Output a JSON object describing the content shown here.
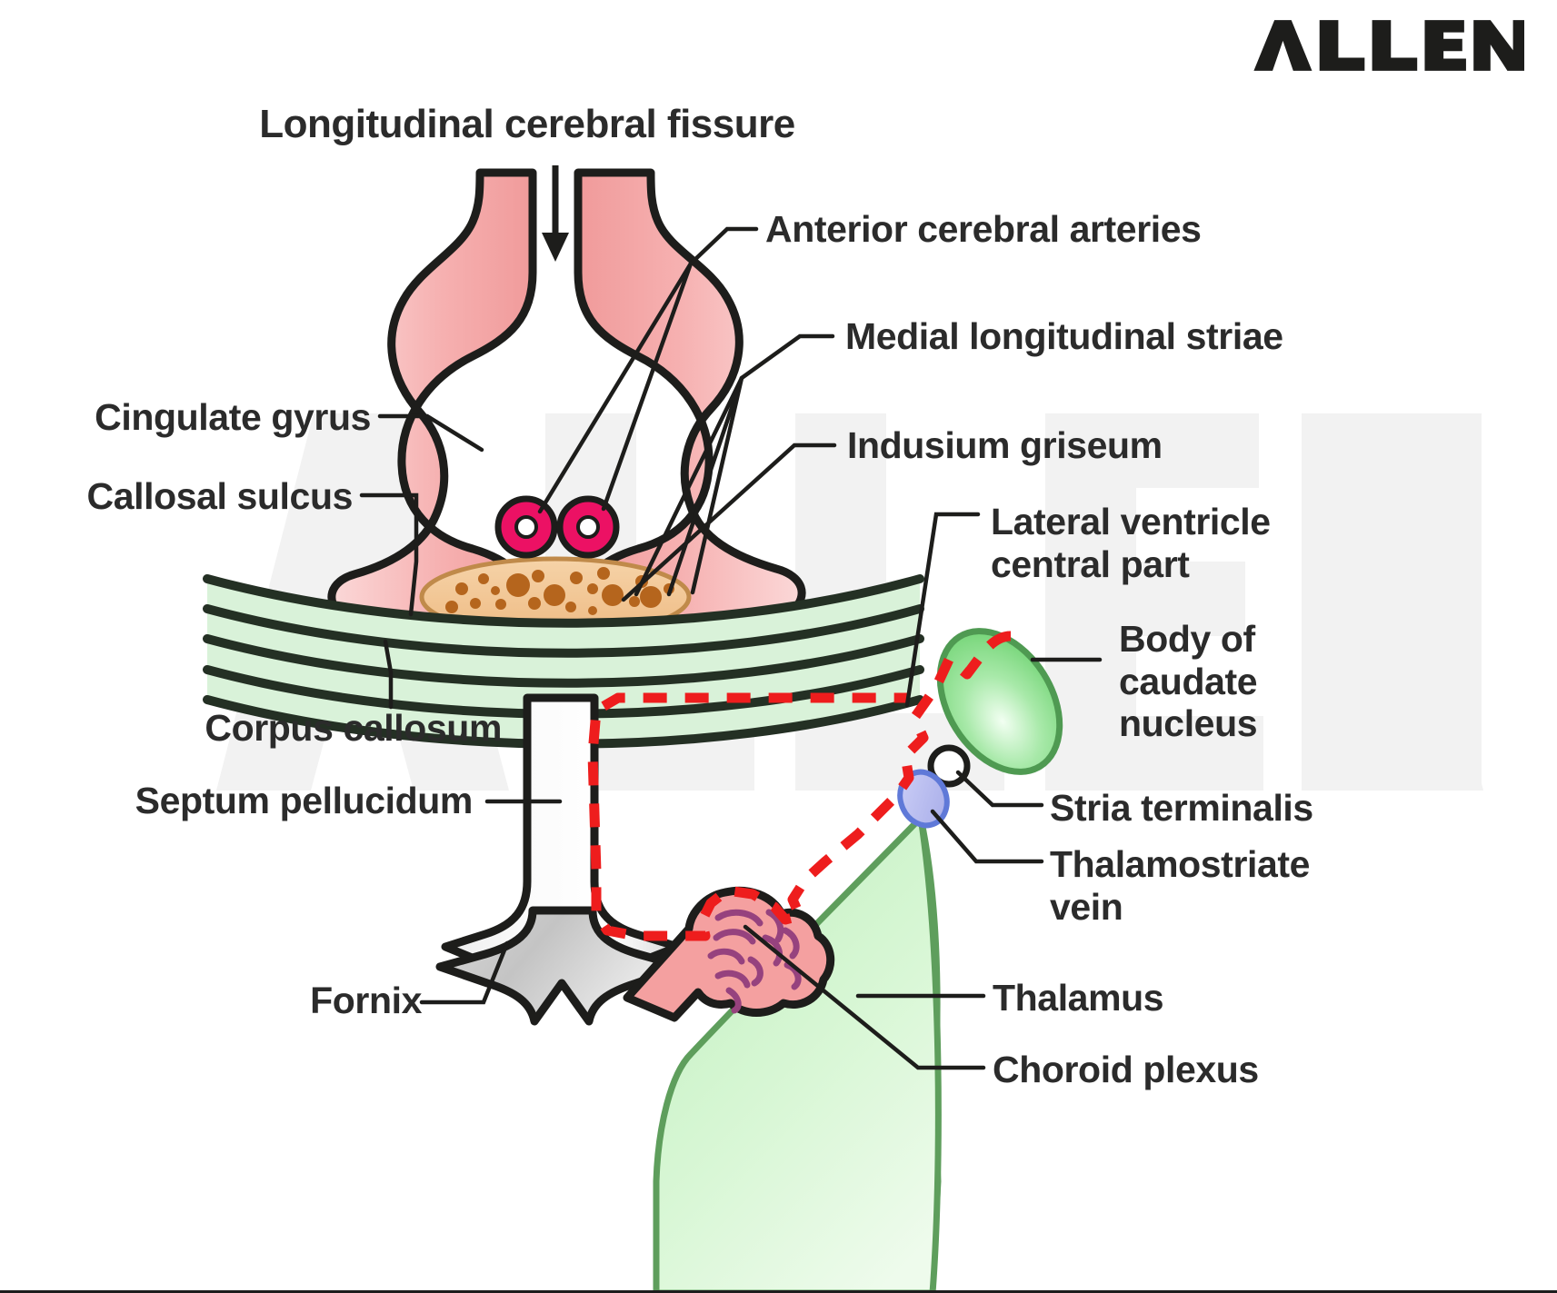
{
  "brand": {
    "name": "ALLEN",
    "color": "#1d1d1b"
  },
  "watermark": {
    "text": "ALLEN",
    "color": "#f2f2f2"
  },
  "title": {
    "text": "Longitudinal cerebral fissure"
  },
  "text_color": "#2b2b2b",
  "labels": {
    "longitudinal_cerebral_fissure": "Longitudinal cerebral fissure",
    "anterior_cerebral_arteries": "Anterior cerebral arteries",
    "medial_longitudinal_striae": "Medial longitudinal striae",
    "indusium_griseum": "Indusium griseum",
    "cingulate_gyrus": "Cingulate gyrus",
    "callosal_sulcus": "Callosal sulcus",
    "corpus_callosum": "Corpus callosum",
    "septum_pellucidum": "Septum pellucidum",
    "fornix": "Fornix",
    "lateral_ventricle_central_part_line1": "Lateral ventricle",
    "lateral_ventricle_central_part_line2": "central part",
    "body_of_caudate_nucleus_line1": "Body of",
    "body_of_caudate_nucleus_line2": "caudate",
    "body_of_caudate_nucleus_line3": "nucleus",
    "stria_terminalis": "Stria terminalis",
    "thalamostriate_vein_line1": "Thalamostriate",
    "thalamostriate_vein_line2": "vein",
    "thalamus": "Thalamus",
    "choroid_plexus": "Choroid plexus"
  },
  "colors": {
    "cingulate_gyrus_fill": "#f6b0b0",
    "cingulate_gyrus_fill_light": "#fbd2d2",
    "outline": "#1d1d1b",
    "artery_ring": "#ec1164",
    "artery_center": "#ffffff",
    "indusium_griseum_fill": "#f2c795",
    "indusium_griseum_dots": "#b5651d",
    "corpus_callosum_fill": "#d9f2d9",
    "corpus_callosum_stripe": "#243024",
    "septum_pellucidum_fill": "#f2f2f2",
    "fornix_fill": "#c9c9c9",
    "caudate_nucleus_fill": "#7ede81",
    "caudate_nucleus_outline": "#4f9a52",
    "thalamus_fill": "#d3f5d1",
    "thalamus_outline": "#5e9e5c",
    "choroid_plexus_fill": "#f4a0a0",
    "choroid_plexus_squiggle": "#96427e",
    "thalamostriate_vein_fill": "#b9bdf0",
    "thalamostriate_vein_outline": "#5f79d8",
    "stria_terminalis_fill": "#ffffff",
    "ventricle_dashed": "#ee1d1d",
    "leader_line": "#1d1d1b"
  }
}
